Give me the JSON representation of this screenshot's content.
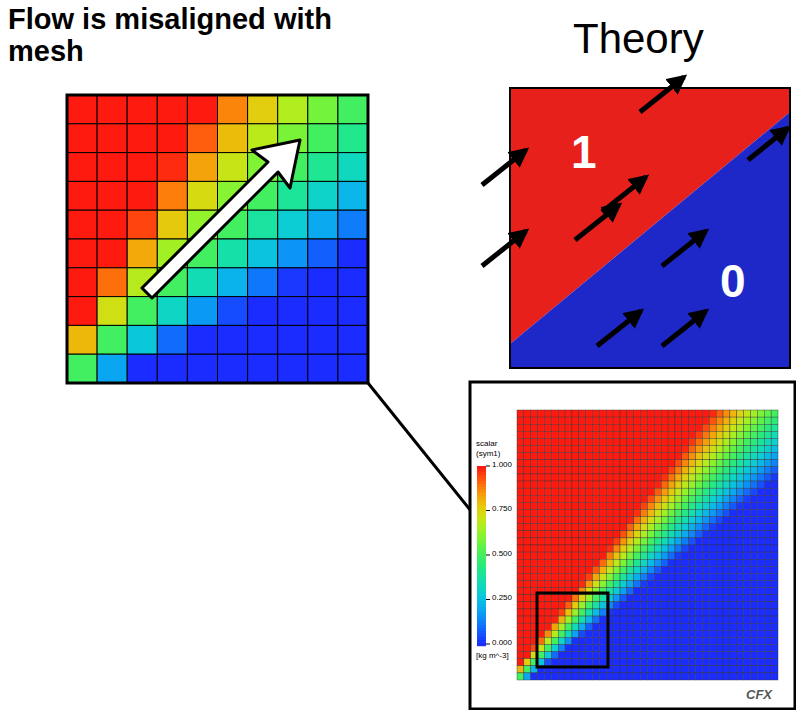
{
  "diagram": {
    "title": "Flow is misaligned with mesh",
    "labels": [
      "Theory",
      "1",
      "0",
      "scalar",
      "(sym1)",
      "1.000",
      "0.750",
      "0.500",
      "0.250",
      "0.000",
      "[kg m^-3]",
      "CFX"
    ]
  }
}
